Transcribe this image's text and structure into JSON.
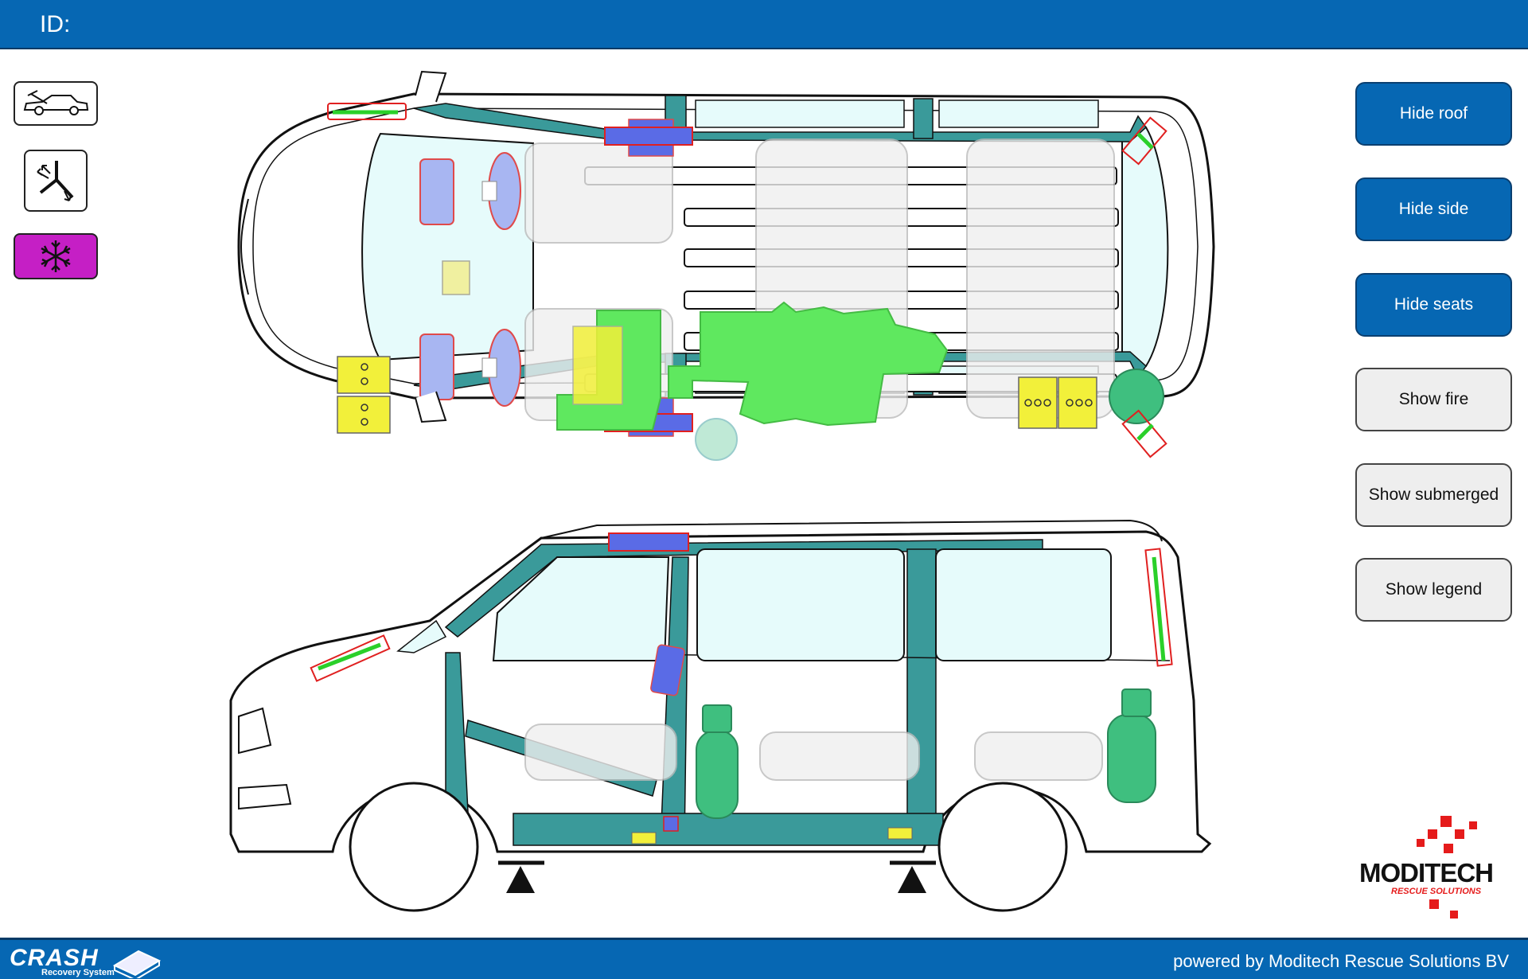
{
  "header": {
    "id_label": "ID:"
  },
  "toolbar": {
    "icons": [
      "car-side-icon",
      "airbag-deployment-icon",
      "snowflake-icon"
    ],
    "active_color": "#c51fc5"
  },
  "side_buttons": [
    {
      "label": "Hide roof",
      "style": "primary"
    },
    {
      "label": "Hide side",
      "style": "primary"
    },
    {
      "label": "Hide seats",
      "style": "primary"
    },
    {
      "label": "Show fire",
      "style": "secondary"
    },
    {
      "label": "Show submerged",
      "style": "secondary"
    },
    {
      "label": "Show legend",
      "style": "secondary"
    }
  ],
  "footer": {
    "crash_logo_title": "CRASH",
    "crash_logo_subtitle": "Recovery System",
    "powered_by": "powered by Moditech Rescue Solutions BV"
  },
  "brand": {
    "name": "MODITECH",
    "tagline": "RESCUE SOLUTIONS",
    "accent": "#e51b1b"
  },
  "colors": {
    "bar_blue": "#0667b3",
    "structure_teal": "#3a9a9a",
    "glass": "#e6fbfb",
    "airbag_blue": "#5a6be6",
    "gas_strut_green": "#2ad02a",
    "fuel_green": "#5fe85f",
    "battery_yellow": "#f2f03a",
    "gas_tank_green": "#3fbf7f",
    "warning_red": "#e02020"
  }
}
